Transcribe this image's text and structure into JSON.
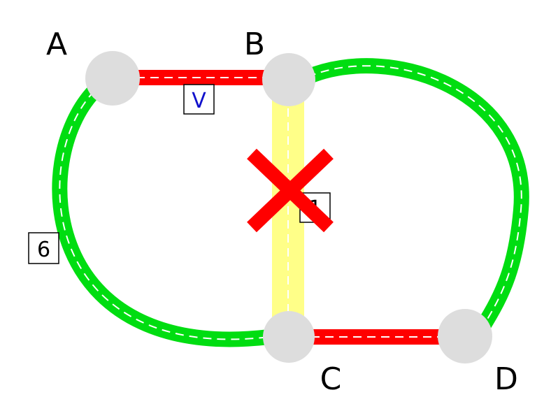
{
  "nodes": [
    {
      "id": "A",
      "label": "A"
    },
    {
      "id": "B",
      "label": "B"
    },
    {
      "id": "C",
      "label": "C"
    },
    {
      "id": "D",
      "label": "D"
    }
  ],
  "edges": [
    {
      "id": "A-B",
      "from": "A",
      "to": "B",
      "color": "red",
      "label": "V",
      "label_color": "#1111cc"
    },
    {
      "id": "B-C",
      "from": "B",
      "to": "C",
      "color": "yellow",
      "label": "1",
      "label_color": "#000000",
      "crossed_out": true
    },
    {
      "id": "C-D",
      "from": "C",
      "to": "D",
      "color": "red",
      "label": "",
      "label_color": "#000000"
    },
    {
      "id": "A-C",
      "from": "A",
      "to": "C",
      "color": "green",
      "label": "6",
      "label_color": "#000000"
    },
    {
      "id": "B-D",
      "from": "B",
      "to": "D",
      "color": "green",
      "label": "",
      "label_color": "#000000"
    }
  ],
  "colors": {
    "red": "#ff0000",
    "green": "#00dd11",
    "yellow": "#ffff88",
    "node_fill": "#dddddd",
    "cross": "#ff0000",
    "dash": "#ffffff"
  }
}
